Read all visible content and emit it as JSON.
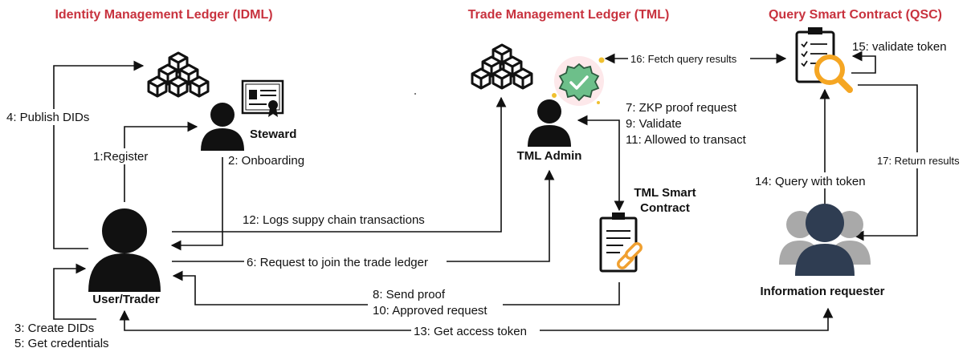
{
  "titles": {
    "idml": "Identity Management Ledger (IDML)",
    "tml": "Trade Management Ledger (TML)",
    "qsc": "Query Smart Contract (QSC)"
  },
  "actors": {
    "steward": "Steward",
    "user_trader": "User/Trader",
    "tml_admin": "TML Admin",
    "tml_smart_contract_line1": "TML Smart",
    "tml_smart_contract_line2": "Contract",
    "information_requester": "Information requester"
  },
  "steps": {
    "s1": "1:Register",
    "s2": "2: Onboarding",
    "s3": "3: Create DIDs",
    "s4": "4: Publish DIDs",
    "s5": "5: Get credentials",
    "s6": "6: Request to join the trade ledger",
    "s7": "7: ZKP proof request",
    "s8": "8: Send proof",
    "s9": "9: Validate",
    "s10": "10: Approved request",
    "s11": "11: Allowed to transact",
    "s12": "12: Logs suppy chain transactions",
    "s13": "13: Get access token",
    "s14": "14: Query with token",
    "s15": "15: validate token",
    "s16": "16: Fetch query results",
    "s17": "17: Return results"
  },
  "icons": [
    "ledger-blocks-icon",
    "certificate-icon",
    "person-icon",
    "badge-check-icon",
    "smart-contract-icon",
    "query-document-icon",
    "group-icon"
  ],
  "colors": {
    "title": "#c8323e",
    "contract_link": "#f0a030",
    "magnifier": "#f5a623",
    "badge": "#6dbf8a",
    "requester": "#2f3d52"
  }
}
